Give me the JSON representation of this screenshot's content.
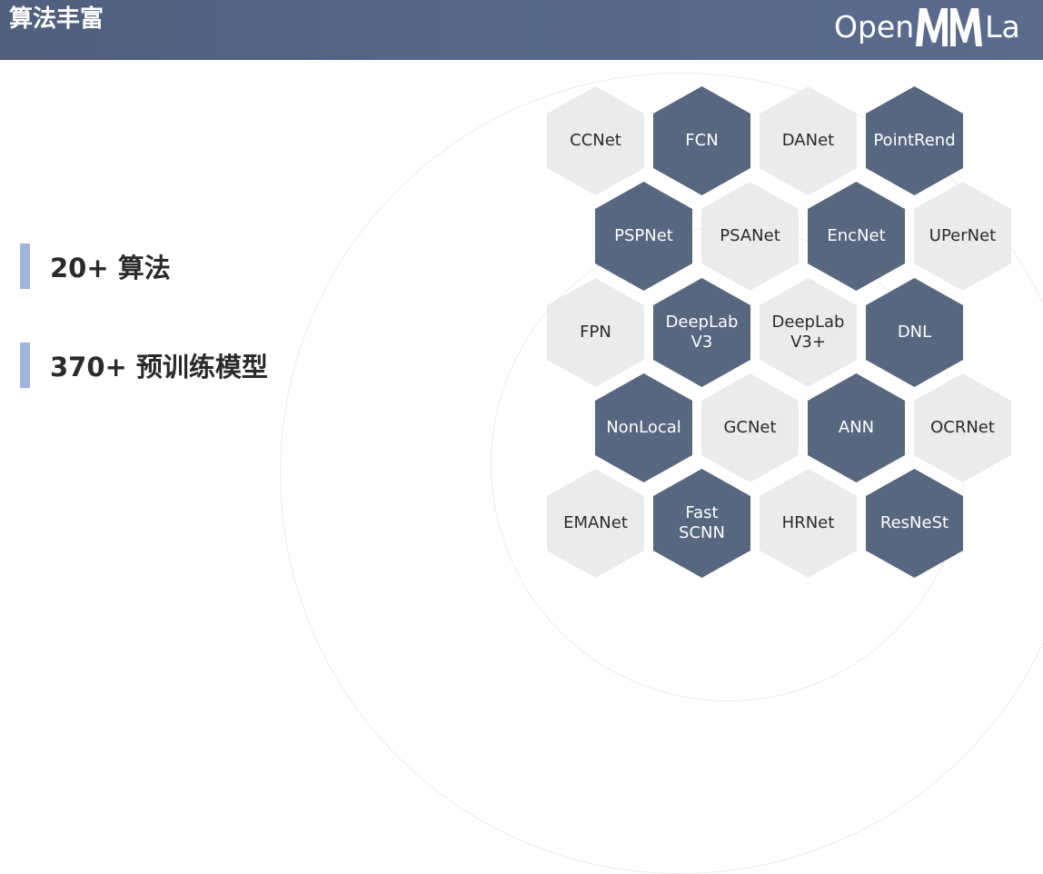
{
  "header": {
    "title": "算法丰富",
    "logo": {
      "left": "Open",
      "right": "La"
    }
  },
  "bullets": [
    {
      "text": "20+ 算法"
    },
    {
      "text": "370+ 预训练模型"
    }
  ],
  "hexagons": [
    {
      "label": "CCNet",
      "tone": "light"
    },
    {
      "label": "FCN",
      "tone": "dark"
    },
    {
      "label": "DANet",
      "tone": "light"
    },
    {
      "label": "PointRend",
      "tone": "dark"
    },
    {
      "label": "PSPNet",
      "tone": "dark"
    },
    {
      "label": "PSANet",
      "tone": "light"
    },
    {
      "label": "EncNet",
      "tone": "dark"
    },
    {
      "label": "UPerNet",
      "tone": "light"
    },
    {
      "label": "FPN",
      "tone": "light"
    },
    {
      "label": "DeepLab\nV3",
      "tone": "dark"
    },
    {
      "label": "DeepLab\nV3+",
      "tone": "light"
    },
    {
      "label": "DNL",
      "tone": "dark"
    },
    {
      "label": "NonLocal",
      "tone": "dark"
    },
    {
      "label": "GCNet",
      "tone": "light"
    },
    {
      "label": "ANN",
      "tone": "dark"
    },
    {
      "label": "OCRNet",
      "tone": "light"
    },
    {
      "label": "EMANet",
      "tone": "light"
    },
    {
      "label": "Fast\nSCNN",
      "tone": "dark"
    },
    {
      "label": "HRNet",
      "tone": "light"
    },
    {
      "label": "ResNeSt",
      "tone": "dark"
    }
  ]
}
